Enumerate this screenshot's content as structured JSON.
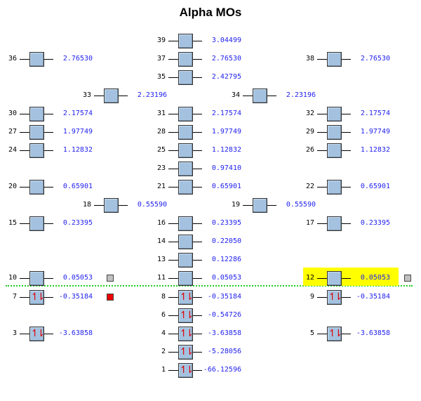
{
  "title": "Alpha MOs",
  "colors": {
    "box_fill": "#a4c2e0",
    "energy_text": "#2222ee",
    "electron_arrows": "#e00000",
    "fermi_line": "#22cc22",
    "highlight": "#ffff00",
    "marker_homo": "#ee0000",
    "marker_lumo": "#c0c0c0"
  },
  "orbitals": [
    {
      "n": "39",
      "energy": "3.04499",
      "col": "center",
      "row": 0,
      "occupied": false
    },
    {
      "n": "36",
      "energy": "2.76530",
      "col": "left",
      "row": 1,
      "occupied": false
    },
    {
      "n": "37",
      "energy": "2.76530",
      "col": "center",
      "row": 1,
      "occupied": false
    },
    {
      "n": "38",
      "energy": "2.76530",
      "col": "right",
      "row": 1,
      "occupied": false
    },
    {
      "n": "35",
      "energy": "2.42795",
      "col": "center",
      "row": 2,
      "occupied": false
    },
    {
      "n": "33",
      "energy": "2.23196",
      "col": "midleft",
      "row": 3,
      "occupied": false
    },
    {
      "n": "34",
      "energy": "2.23196",
      "col": "midright",
      "row": 3,
      "occupied": false
    },
    {
      "n": "30",
      "energy": "2.17574",
      "col": "left",
      "row": 4,
      "occupied": false
    },
    {
      "n": "31",
      "energy": "2.17574",
      "col": "center",
      "row": 4,
      "occupied": false
    },
    {
      "n": "32",
      "energy": "2.17574",
      "col": "right",
      "row": 4,
      "occupied": false
    },
    {
      "n": "27",
      "energy": "1.97749",
      "col": "left",
      "row": 5,
      "occupied": false
    },
    {
      "n": "28",
      "energy": "1.97749",
      "col": "center",
      "row": 5,
      "occupied": false
    },
    {
      "n": "29",
      "energy": "1.97749",
      "col": "right",
      "row": 5,
      "occupied": false
    },
    {
      "n": "24",
      "energy": "1.12832",
      "col": "left",
      "row": 6,
      "occupied": false
    },
    {
      "n": "25",
      "energy": "1.12832",
      "col": "center",
      "row": 6,
      "occupied": false
    },
    {
      "n": "26",
      "energy": "1.12832",
      "col": "right",
      "row": 6,
      "occupied": false
    },
    {
      "n": "23",
      "energy": "0.97410",
      "col": "center",
      "row": 7,
      "occupied": false
    },
    {
      "n": "20",
      "energy": "0.65901",
      "col": "left",
      "row": 8,
      "occupied": false
    },
    {
      "n": "21",
      "energy": "0.65901",
      "col": "center",
      "row": 8,
      "occupied": false
    },
    {
      "n": "22",
      "energy": "0.65901",
      "col": "right",
      "row": 8,
      "occupied": false
    },
    {
      "n": "18",
      "energy": "0.55590",
      "col": "midleft",
      "row": 9,
      "occupied": false
    },
    {
      "n": "19",
      "energy": "0.55590",
      "col": "midright",
      "row": 9,
      "occupied": false
    },
    {
      "n": "15",
      "energy": "0.23395",
      "col": "left",
      "row": 10,
      "occupied": false
    },
    {
      "n": "16",
      "energy": "0.23395",
      "col": "center",
      "row": 10,
      "occupied": false
    },
    {
      "n": "17",
      "energy": "0.23395",
      "col": "right",
      "row": 10,
      "occupied": false
    },
    {
      "n": "14",
      "energy": "0.22050",
      "col": "center",
      "row": 11,
      "occupied": false
    },
    {
      "n": "13",
      "energy": "0.12286",
      "col": "center",
      "row": 12,
      "occupied": false
    },
    {
      "n": "10",
      "energy": "0.05053",
      "col": "left",
      "row": 13,
      "occupied": false,
      "marker": "lumo"
    },
    {
      "n": "11",
      "energy": "0.05053",
      "col": "center",
      "row": 13,
      "occupied": false
    },
    {
      "n": "12",
      "energy": "0.05053",
      "col": "right",
      "row": 13,
      "occupied": false,
      "highlighted": true,
      "marker": "lumo"
    },
    {
      "n": "7",
      "energy": "-0.35184",
      "col": "left",
      "row": 14,
      "occupied": true,
      "marker": "homo"
    },
    {
      "n": "8",
      "energy": "-0.35184",
      "col": "center",
      "row": 14,
      "occupied": true
    },
    {
      "n": "9",
      "energy": "-0.35184",
      "col": "right",
      "row": 14,
      "occupied": true
    },
    {
      "n": "6",
      "energy": "-0.54726",
      "col": "center",
      "row": 15,
      "occupied": true
    },
    {
      "n": "3",
      "energy": "-3.63858",
      "col": "left",
      "row": 16,
      "occupied": true
    },
    {
      "n": "4",
      "energy": "-3.63858",
      "col": "center",
      "row": 16,
      "occupied": true
    },
    {
      "n": "5",
      "energy": "-3.63858",
      "col": "right",
      "row": 16,
      "occupied": true
    },
    {
      "n": "2",
      "energy": "-5.28056",
      "col": "center",
      "row": 17,
      "occupied": true
    },
    {
      "n": "1",
      "energy": "-66.12596",
      "col": "center",
      "row": 18,
      "occupied": true
    }
  ],
  "electron_pair_symbol": "↿⇂"
}
